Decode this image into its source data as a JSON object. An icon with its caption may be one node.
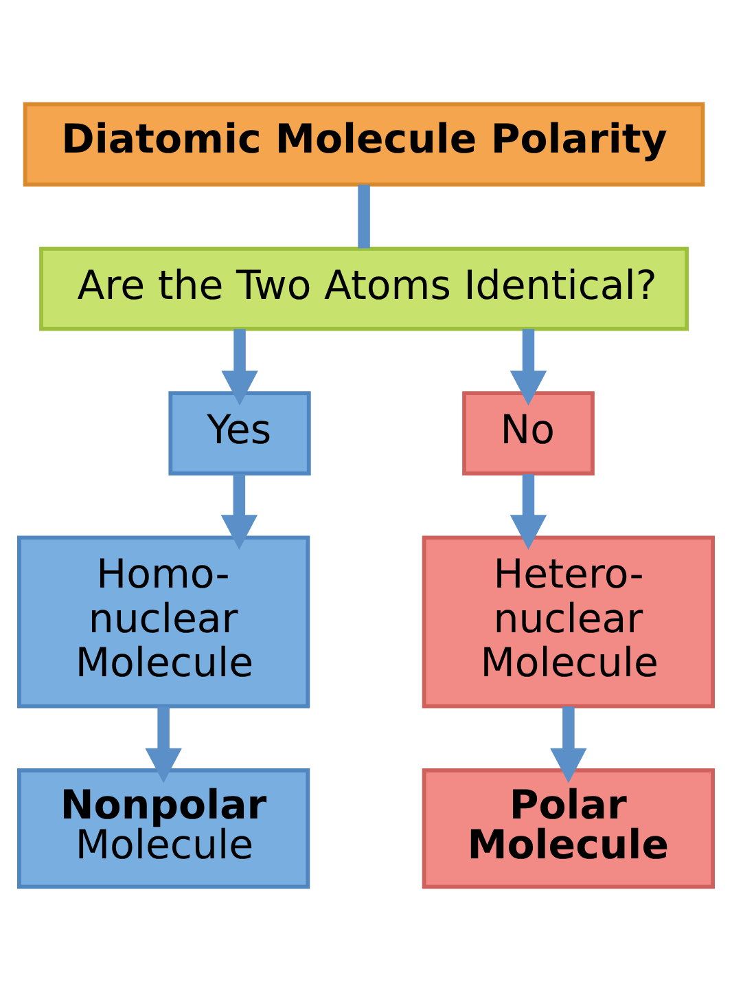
{
  "diagram": {
    "nodes": [
      {
        "text": [
          "Diatomic Molecule Polarity"
        ]
      },
      {
        "text": [
          "Are the Two Atoms Identical?"
        ]
      },
      {
        "text": [
          "Yes"
        ]
      },
      {
        "text": [
          "No"
        ]
      },
      {
        "text": [
          "Homo- nuclear Molecule"
        ]
      },
      {
        "text": [
          "Hetero- nuclear Molecule"
        ]
      },
      {
        "text": [
          "**Nonpolar** Molecule"
        ]
      },
      {
        "text": [
          "Polar Molecule"
        ]
      }
    ],
    "edges": [
      {
        "from": 0,
        "to": 1,
        "arrow": "none"
      },
      {
        "from": 1,
        "to": 2,
        "arrow": "to"
      },
      {
        "from": 1,
        "to": 3,
        "arrow": "to"
      },
      {
        "from": 2,
        "to": 4,
        "arrow": "to"
      },
      {
        "from": 3,
        "to": 5,
        "arrow": "to"
      },
      {
        "from": 4,
        "to": 6,
        "arrow": "to"
      },
      {
        "from": 5,
        "to": 7,
        "arrow": "to"
      }
    ]
  }
}
